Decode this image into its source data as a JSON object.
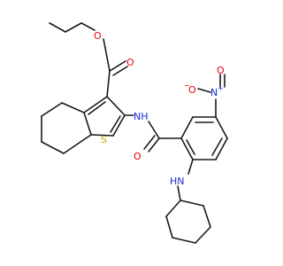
{
  "structure": {
    "atom_labels": {
      "ester_O_double": "O",
      "ester_O_single": "O",
      "thiophene_S": "S",
      "amide_NH": "NH",
      "amide_O": "O",
      "nitro_N": "N",
      "nitro_N_charge": "+",
      "nitro_O_single": "O",
      "nitro_O_charge": "−",
      "nitro_O_double": "O",
      "amine_NH": "HN"
    },
    "colors": {
      "bond": "#1a1a1a",
      "oxygen": "#e8000b",
      "nitrogen": "#1c2bd6",
      "sulfur": "#b8a600"
    }
  }
}
